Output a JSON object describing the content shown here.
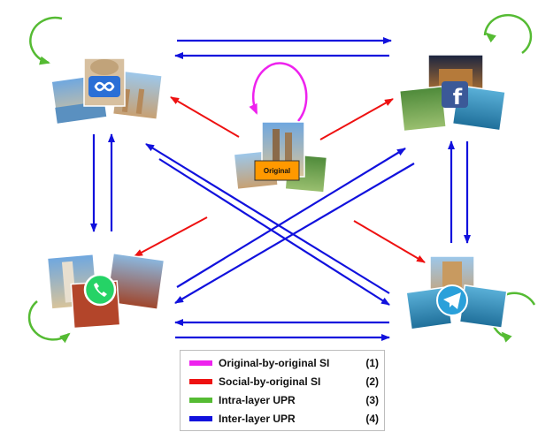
{
  "center": {
    "label": "Original"
  },
  "colors": {
    "original_si": "#ee22ee",
    "social_si": "#ee1111",
    "intra_upr": "#55bb33",
    "inter_upr": "#1111dd",
    "label_box": "#ff9900"
  },
  "icons": {
    "top_left": "infinity-logo-icon",
    "top_right": "facebook-icon",
    "bottom_left": "whatsapp-icon",
    "bottom_right": "telegram-icon"
  },
  "legend": [
    {
      "label": "Original-by-original SI",
      "num": "(1)",
      "color": "#ee22ee"
    },
    {
      "label": "Social-by-original SI",
      "num": "(2)",
      "color": "#ee1111"
    },
    {
      "label": "Intra-layer UPR",
      "num": "(3)",
      "color": "#55bb33"
    },
    {
      "label": "Inter-layer UPR",
      "num": "(4)",
      "color": "#1111dd"
    }
  ]
}
